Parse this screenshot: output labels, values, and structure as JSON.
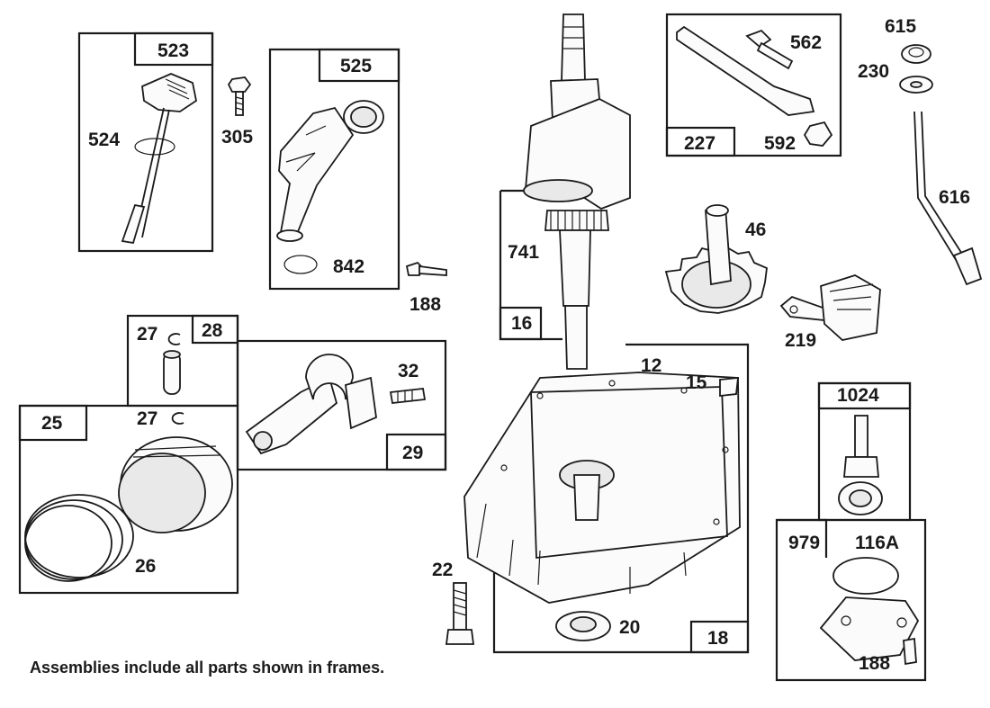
{
  "diagram": {
    "labels": {
      "p523": "523",
      "p524": "524",
      "p305": "305",
      "p525": "525",
      "p842": "842",
      "p188a": "188",
      "p27a": "27",
      "p28": "28",
      "p32": "32",
      "p29": "29",
      "p25": "25",
      "p27b": "27",
      "p26": "26",
      "p741": "741",
      "p16": "16",
      "p12": "12",
      "p15": "15",
      "p22": "22",
      "p20": "20",
      "p18": "18",
      "p562": "562",
      "p227": "227",
      "p592": "592",
      "p615": "615",
      "p230": "230",
      "p616": "616",
      "p46": "46",
      "p219": "219",
      "p1024": "1024",
      "p979": "979",
      "p116A": "116A",
      "p188b": "188"
    },
    "footnote": "Assemblies include all parts shown in frames."
  }
}
